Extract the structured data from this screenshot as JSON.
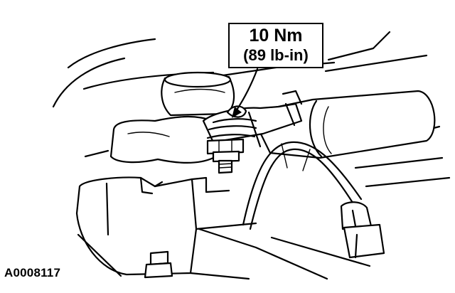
{
  "callout": {
    "torque_nm": "10 Nm",
    "torque_lbin": "(89 lb-in)"
  },
  "figure_id": "A0008117"
}
